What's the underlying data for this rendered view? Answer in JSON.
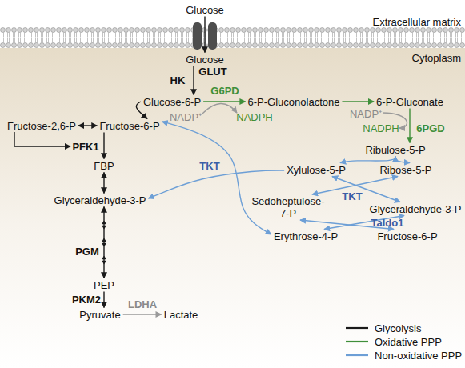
{
  "diagram": {
    "nodes": [
      {
        "text": [
          "Glucose"
        ]
      },
      {
        "text": [
          "Glucose"
        ]
      },
      {
        "text": [
          "Glucose-6-P"
        ]
      },
      {
        "text": [
          "6-P-Gluconolactone"
        ]
      },
      {
        "text": [
          "6-P-Gluconate"
        ]
      },
      {
        "text": [
          "Fructose-2,6-P"
        ]
      },
      {
        "text": [
          "Fructose-6-P"
        ]
      },
      {
        "text": [
          "FBP"
        ]
      },
      {
        "text": [
          "Ribulose-5-P"
        ]
      },
      {
        "text": [
          "Xylulose-5-P"
        ]
      },
      {
        "text": [
          "Ribose-5-P"
        ]
      },
      {
        "text": [
          "Glyceraldehyde-3-P"
        ]
      },
      {
        "text": [
          "Sedoheptulose-7-P"
        ]
      },
      {
        "text": [
          "Glyceraldehyde-3-P"
        ]
      },
      {
        "text": [
          "Erythrose-4-P"
        ]
      },
      {
        "text": [
          "Fructose-6-P"
        ]
      },
      {
        "text": [
          "PEP"
        ]
      },
      {
        "text": [
          "Pyruvate"
        ]
      },
      {
        "text": [
          "Lactate"
        ]
      }
    ],
    "edges": [
      {
        "from": 0,
        "to": 1,
        "arrow": "to"
      },
      {
        "from": 1,
        "to": 2,
        "label": "HK",
        "arrow": "to"
      },
      {
        "from": 2,
        "to": 6,
        "arrow": "to"
      },
      {
        "from": 2,
        "to": 3,
        "label": "G6PD",
        "arrow": "to"
      },
      {
        "from": 3,
        "to": 4,
        "arrow": "to"
      },
      {
        "from": 4,
        "to": 8,
        "label": "6PGD",
        "arrow": "to"
      },
      {
        "from": 5,
        "to": 6,
        "arrow": "both"
      },
      {
        "from": 6,
        "to": 7,
        "label": "PFK1",
        "arrow": "to"
      },
      {
        "from": 7,
        "to": 11,
        "arrow": "both"
      },
      {
        "from": 11,
        "to": 16,
        "label": "PGM",
        "arrow": "both"
      },
      {
        "from": 16,
        "to": 17,
        "label": "PKM2",
        "arrow": "to"
      },
      {
        "from": 17,
        "to": 18,
        "label": "LDHA",
        "arrow": "to"
      },
      {
        "from": 8,
        "to": 9,
        "arrow": "both"
      },
      {
        "from": 8,
        "to": 10,
        "arrow": "both"
      },
      {
        "from": 6,
        "to": 14,
        "label": "TKT",
        "arrow": "both"
      },
      {
        "from": 9,
        "to": 11,
        "arrow": "to"
      },
      {
        "from": 9,
        "to": 13,
        "arrow": "both"
      },
      {
        "from": 10,
        "to": 12,
        "arrow": "both"
      },
      {
        "from": 12,
        "to": 15,
        "arrow": "both"
      },
      {
        "from": 13,
        "to": 14,
        "arrow": "both"
      }
    ],
    "labels": [
      "Extracellular matrix",
      "Cytoplasm",
      "GLUT",
      "NADP⁺",
      "NADPH",
      "NADP⁺",
      "NADPH",
      "TKT",
      "Taldo1"
    ],
    "legend": [
      {
        "text": "Glycolysis"
      },
      {
        "text": "Oxidative PPP"
      },
      {
        "text": "Non-oxidative PPP"
      }
    ]
  }
}
